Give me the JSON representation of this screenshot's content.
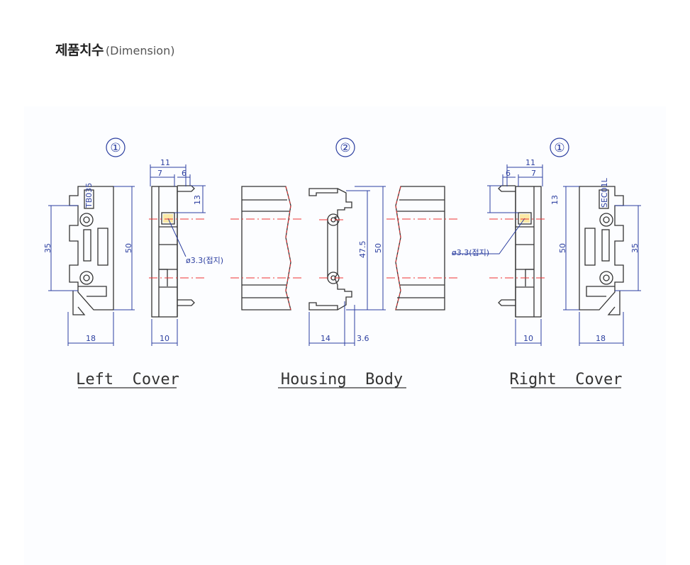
{
  "header": {
    "title_kr": "제품치수",
    "title_en": "(Dimension)"
  },
  "labels": {
    "part1": "①",
    "part2": "②",
    "part3": "①",
    "left_cover": "Left  Cover",
    "housing_body": "Housing  Body",
    "right_cover": "Right  Cover",
    "hole_left": "ø3.3(접지)",
    "hole_right": "ø3.3(접지)",
    "stamp_left": "TB035",
    "stamp_right": "SEC01L"
  },
  "dimensions": {
    "l_35": "35",
    "l_50a": "50",
    "l_18": "18",
    "l_11": "11",
    "l_7": "7",
    "l_6": "6",
    "l_13": "13",
    "l_10": "10",
    "h_475": "47.5",
    "h_50": "50",
    "h_14": "14",
    "h_36": "3.6",
    "r_6": "6",
    "r_7": "7",
    "r_11": "11",
    "r_13": "13",
    "r_50": "50",
    "r_10": "10",
    "r_35": "35",
    "r_18": "18"
  },
  "colors": {
    "dimension": "#2c3fa0",
    "centerline": "#ee3333",
    "outline": "#333333"
  }
}
